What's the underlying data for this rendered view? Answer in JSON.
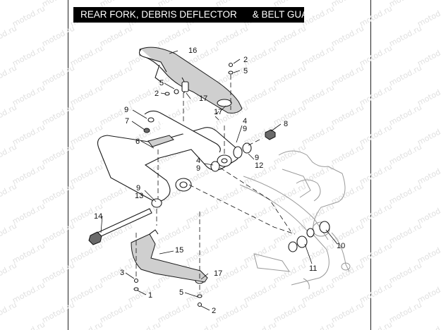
{
  "title": {
    "part_a": "REAR FORK, DEBRIS DEFLECTOR",
    "part_b": "& BELT GUARD"
  },
  "watermark": "motod.ru",
  "callouts": {
    "c16": "16",
    "c2_top": "2",
    "c5_top": "5",
    "c5_left": "5",
    "c2_left": "2",
    "c17_a": "17",
    "c17_b": "17",
    "c9_a": "9",
    "c7": "7",
    "c6": "6",
    "c4_a": "4",
    "c9_b": "9",
    "c8": "8",
    "c9_c": "9",
    "c12": "12",
    "c4_b": "4",
    "c9_d": "9",
    "c9_e": "9",
    "c13": "13",
    "c14": "14",
    "c15": "15",
    "c10": "10",
    "c11": "11",
    "c3": "3",
    "c17_c": "17",
    "c1": "1",
    "c5_bot": "5",
    "c2_bot": "2"
  }
}
